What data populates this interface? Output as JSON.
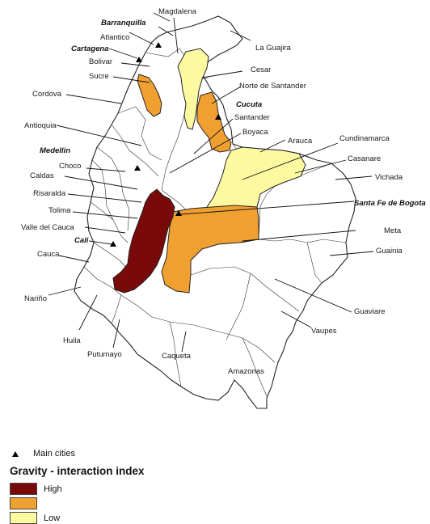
{
  "colors": {
    "high": "#7a0a0a",
    "medium": "#f0a030",
    "low": "#fdf9a0"
  },
  "legend": {
    "cities_label": "Main cities",
    "title": "Gravity - interaction index",
    "levels": [
      {
        "label": "High",
        "color_key": "high"
      },
      {
        "label": "",
        "color_key": "medium"
      },
      {
        "label": "Low",
        "color_key": "low"
      }
    ]
  },
  "departments": {
    "magdalena": "Magdalena",
    "atlantico": "Atlantico",
    "la_guajira": "La Guajira",
    "bolivar": "Bolivar",
    "sucre": "Sucre",
    "cesar": "Cesar",
    "norte_santander": "Norte de Santander",
    "cordova": "Cordova",
    "santander": "Santander",
    "antioquia": "Antioquia",
    "boyaca": "Boyaca",
    "arauca": "Arauca",
    "cundinamarca": "Cundinamarca",
    "casanare": "Casanare",
    "choco": "Choco",
    "vichada": "Vichada",
    "caldas": "Caldas",
    "risaralda": "Risaralda",
    "tolima": "Tolima",
    "valle": "Valle del Cauca",
    "meta": "Meta",
    "cauca": "Cauca",
    "guainia": "Guainia",
    "narino": "Nariño",
    "guaviare": "Guaviare",
    "huila": "Huila",
    "vaupes": "Vaupes",
    "putumayo": "Putumayo",
    "caqueta": "Caqueta",
    "amazonas": "Amazonas"
  },
  "cities": {
    "barranquilla": "Barranquilla",
    "cartagena": "Cartagena",
    "cucuta": "Cucuta",
    "medellin": "Medellin",
    "bogota": "Santa Fe de Bogota",
    "cali": "Cali"
  }
}
